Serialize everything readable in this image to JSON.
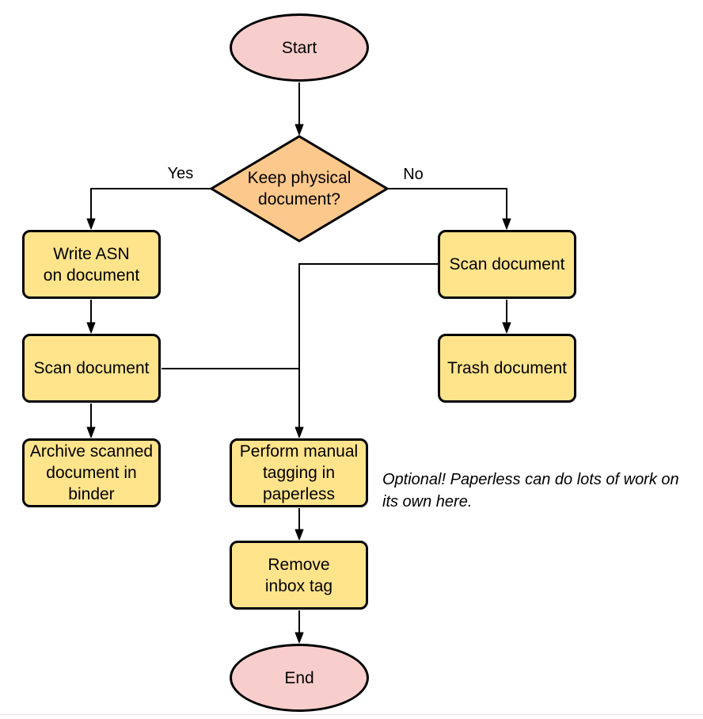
{
  "colors": {
    "terminal_fill": "#f8cecc",
    "decision_fill": "#fcc88c",
    "process_fill": "#ffe48c",
    "stroke": "#000000",
    "background": "#ffffff",
    "bottom_rule": "#f0e3e3"
  },
  "nodes": {
    "start": {
      "label": "Start"
    },
    "decision": {
      "label": "Keep physical\ndocument?"
    },
    "write_asn": {
      "label": "Write ASN\non document"
    },
    "scan_left": {
      "label": "Scan document"
    },
    "archive": {
      "label": "Archive scanned\ndocument in\nbinder"
    },
    "scan_right": {
      "label": "Scan document"
    },
    "trash": {
      "label": "Trash document"
    },
    "tagging": {
      "label": "Perform manual\ntagging in\npaperless"
    },
    "remove_inbox": {
      "label": "Remove\ninbox tag"
    },
    "end": {
      "label": "End"
    }
  },
  "edge_labels": {
    "yes": "Yes",
    "no": "No"
  },
  "note": {
    "text": "Optional! Paperless can do lots of work on\nits own here."
  }
}
